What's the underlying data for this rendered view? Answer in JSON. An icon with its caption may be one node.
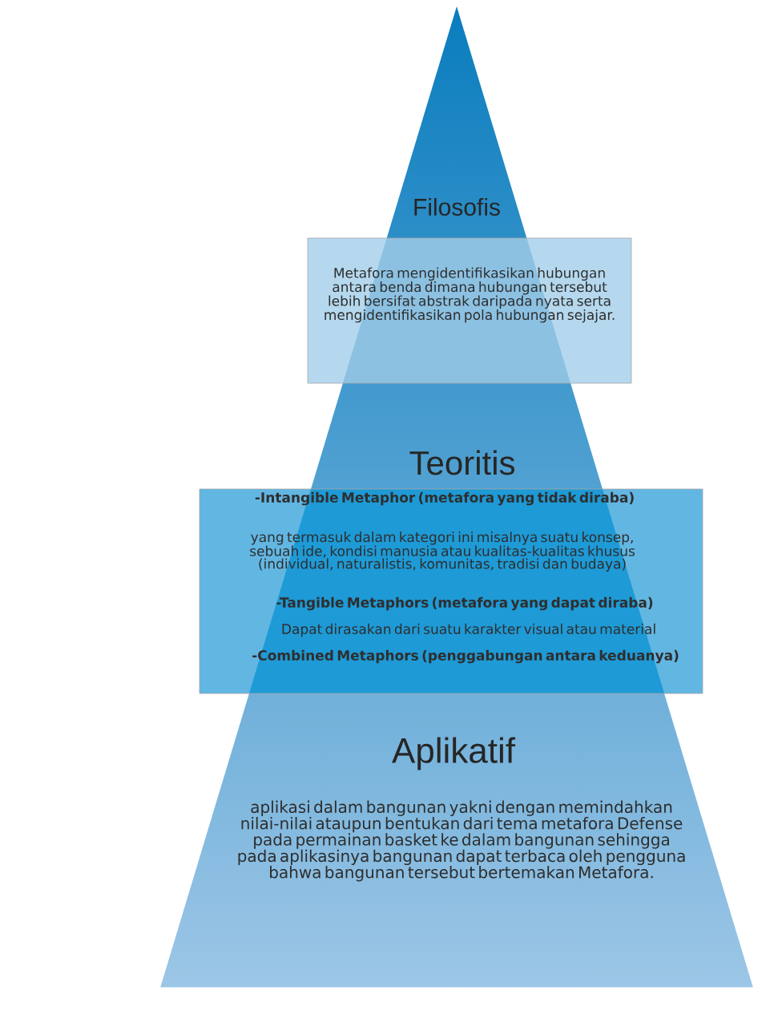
{
  "diagram": {
    "nodes": [
      {
        "text": [
          "Filosofis",
          "Metafora mengidentifikasikan hubungan antara benda dimana hubungan tersebut lebih bersifat abstrak daripada nyata serta mengidentifikasikan pola hubungan sejajar."
        ]
      },
      {
        "text": [
          "Teoritis",
          "-Intangible Metaphor (metafora yang tidak diraba)",
          "yang termasuk dalam kategori ini misalnya suatu konsep, sebuah ide, kondisi manusia atau kualitas-kualitas khusus (individual, naturalistis, komunitas, tradisi dan budaya)",
          "-Tangible Metaphors (metafora yang dapat diraba)",
          "Dapat dirasakan dari suatu karakter visual atau material",
          "-Combined Metaphors (penggabungan antara keduanya)"
        ]
      },
      {
        "text": [
          "Aplikatif",
          "aplikasi dalam bangunan yakni dengan memindahkan nilai-nilai ataupun bentukan dari tema metafora Defense pada permainan basket ke dalam bangunan sehingga pada aplikasinya bangunan dapat terbaca oleh pengguna bahwa bangunan tersebut bertemakan Metafora."
        ]
      }
    ]
  }
}
